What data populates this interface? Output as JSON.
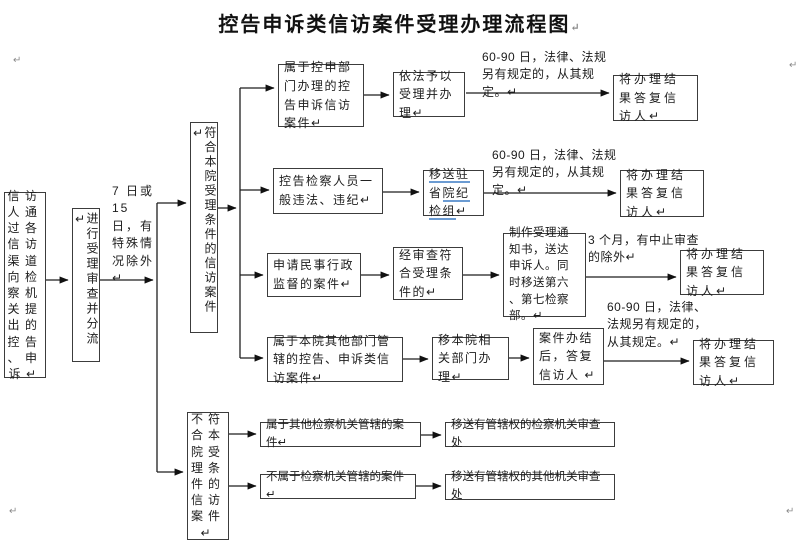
{
  "title": "控告申诉类信访案件受理办理流程图",
  "pilcrow": "↵",
  "colors": {
    "line": "#1f1f1f",
    "box_border": "#3c3c3c",
    "text": "#1c1c1c",
    "proofing_underline": "#6b9bd2",
    "paragraph_mark": "#8a8a8a"
  },
  "boxes": {
    "source": {
      "label": "信访人通过各信访渠道向检察机关提出的控告、申诉↵"
    },
    "review": {
      "label": "进行受理审查并分流↵"
    },
    "meets": {
      "label": "符合本院受理条件的信访案件↵"
    },
    "fails": {
      "label": "不符合本院受理条件的信访案件↵"
    },
    "b1a": {
      "label": "属于控申部门办理的控告申诉信访案件↵"
    },
    "b1b": {
      "label": "依法予以受理并办理↵"
    },
    "b1c": {
      "label": "将办理结果答复信访人↵"
    },
    "b2a": {
      "label": "控告检察人员一般违法、违纪↵"
    },
    "b2b": {
      "seg_u1": "移送驻",
      "seg_p": "省",
      "seg_u2": "院纪检组"
    },
    "b2c": {
      "label": "将办理结果答复信访人↵"
    },
    "b3a": {
      "label": "申请民事行政监督的案件↵"
    },
    "b3b": {
      "label": "经审查符合受理条件的↵"
    },
    "b3c": {
      "label": "制作受理通知书，送达申诉人。同时移送第六、第七检察部。↵"
    },
    "b3d": {
      "label": "将办理结果答复信访人↵"
    },
    "b4a": {
      "label": "属于本院其他部门管辖的控告、申诉类信访案件↵"
    },
    "b4b": {
      "label": "移本院相关部门办理↵"
    },
    "b4c": {
      "label": "案件办结后，答复信访人 ↵"
    },
    "b4d": {
      "label": "将办理结果答复信访人↵"
    },
    "b5a": {
      "label": "属于其他检察机关管辖的案件↵"
    },
    "b5b": {
      "label": "移送有管辖权的检察机关审查处"
    },
    "b6a": {
      "label": "不属于检察机关管辖的案件↵"
    },
    "b6b": {
      "label": "移送有管辖权的其他机关审查处"
    }
  },
  "notes": {
    "review_deadline": "7 日或15 日，有特殊情况除外↵",
    "branch1_deadline": "60-90 日，法律、法规另有规定的，从其规定。↵",
    "branch2_deadline": "60-90 日，法律、法规另有规定的，从其规定。↵",
    "branch3_deadline": "3 个月，有中止审查的除外↵",
    "branch4_deadline": "60-90 日，法律、法规另有规定的，从其规定。↵"
  }
}
